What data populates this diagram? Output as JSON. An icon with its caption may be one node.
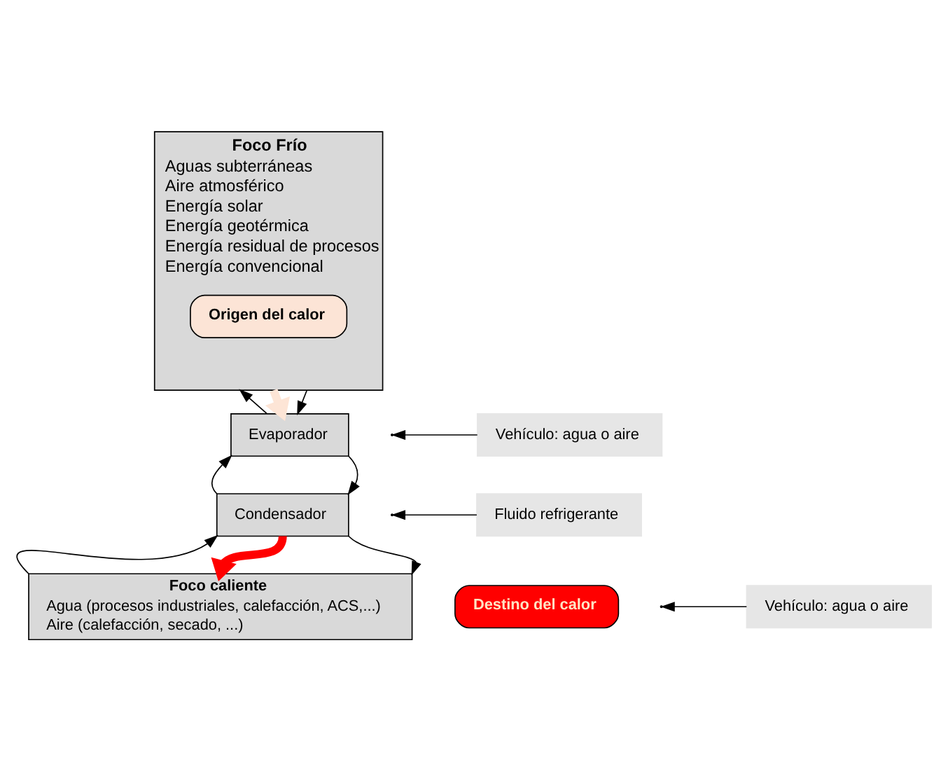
{
  "diagram": {
    "nodes": [
      {
        "text": [
          "Foco Frío",
          "Aguas subterráneas",
          "Aire atmosférico",
          "Energía solar",
          "Energía geotérmica",
          "Energía residual de procesos",
          "Energía convencional"
        ]
      },
      {
        "text": [
          "Origen del calor"
        ],
        "in": 0
      },
      {
        "text": [
          "Evaporador"
        ]
      },
      {
        "text": [
          "Condensador"
        ]
      },
      {
        "text": [
          "Foco caliente",
          "Agua (procesos industriales, calefacción, ACS,...)",
          "Aire (calefacción, secado, ...)"
        ]
      },
      {
        "text": [
          "Destino del calor"
        ]
      },
      {
        "text": [
          "Vehículo: agua o aire"
        ]
      },
      {
        "text": [
          "Fluido refrigerante"
        ]
      },
      {
        "text": [
          "Vehículo: agua o aire"
        ]
      }
    ],
    "edges": [
      {
        "from": 2,
        "to": 0,
        "arrow": "to"
      },
      {
        "from": 0,
        "to": 2,
        "arrow": "to",
        "style": "thick",
        "color": "#fde5d6"
      },
      {
        "from": 0,
        "to": 2,
        "arrow": "to"
      },
      {
        "from": 3,
        "to": 2,
        "arrow": "to"
      },
      {
        "from": 2,
        "to": 3,
        "arrow": "to"
      },
      {
        "from": 4,
        "to": 3,
        "arrow": "to"
      },
      {
        "from": 3,
        "to": 4,
        "arrow": "to",
        "style": "thick",
        "color": "#ff0000"
      },
      {
        "from": 3,
        "to": 4,
        "arrow": "to"
      },
      {
        "from": 6,
        "to": null,
        "arrow": "to"
      },
      {
        "from": 7,
        "to": null,
        "arrow": "to"
      },
      {
        "from": 8,
        "to": null,
        "arrow": "to"
      }
    ]
  }
}
